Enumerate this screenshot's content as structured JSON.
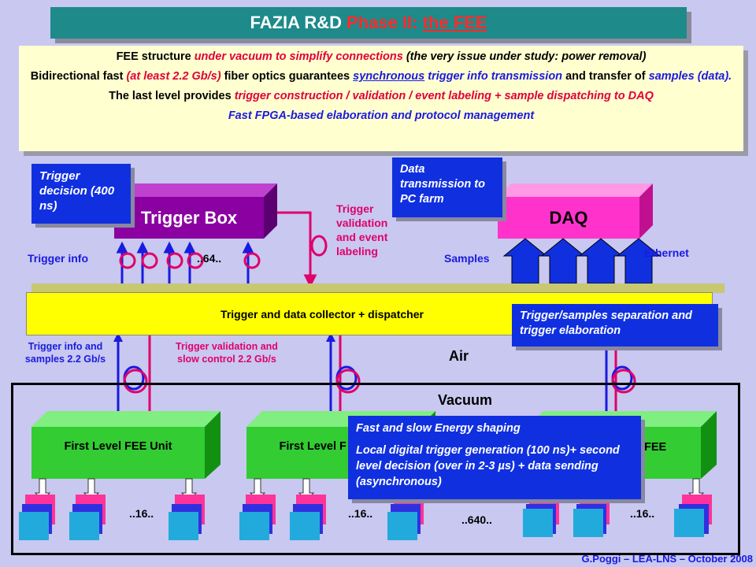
{
  "title": {
    "main": "FAZIA R&D",
    "phase": "Phase II:",
    "feeword": "the FEE"
  },
  "info": {
    "l1a": "FEE structure",
    "l1b": "under vacuum to simplify connections",
    "l1c": "(the very issue under study: power removal)",
    "l2a": "Bidirectional fast",
    "l2b": "(at least 2.2 Gb/s)",
    "l2c": "fiber optics guarantees",
    "l2d": "synchronous",
    "l2e": "trigger info transmission",
    "l2f": "and transfer of",
    "l2g": "samples (data).",
    "l3a": "The last level provides",
    "l3b": "trigger construction / validation / event labeling + sample dispatching to DAQ",
    "l4": "Fast FPGA-based elaboration and protocol management"
  },
  "trigger_decision": "Trigger decision (400 ns)",
  "trigger_box": "Trigger Box",
  "data_transmission": "Data transmission to PC farm",
  "daq": "DAQ",
  "trigger_validation_label": "Trigger validation and event labeling",
  "trigger_info": "Trigger info",
  "sixtyfour": "..64..",
  "samples": "Samples",
  "ethernet": "Ethernet",
  "collector": "Trigger and data collector + dispatcher",
  "separation": "Trigger/samples separation and trigger elaboration",
  "trigger_info_samples": "Trigger info and samples 2.2 Gb/s",
  "trigger_validation_slow": "Trigger validation and slow control 2.2 Gb/s",
  "air": "Air",
  "vacuum": "Vacuum",
  "fee_unit": "First Level FEE Unit",
  "fee_unit_partial": "First Level FEE Unit",
  "fee_partial_right": "FEE",
  "sixteen": "..16..",
  "sixforty": "..640..",
  "energy_l1": "Fast and slow Energy shaping",
  "energy_l2": "Local digital trigger generation (100 ns)+ second level decision (over in 2-3 µs) + data sending (asynchronous)",
  "footer": "G.Poggi – LEA-LNS – October 2008",
  "colors": {
    "background": "#c8c8f0",
    "title_bg": "#1e8a8a",
    "info_bg": "#ffffd0",
    "collector": "#ffff00",
    "fee_green": "#33cc33",
    "trigger_box": "#8a00a0",
    "daq": "#ff33cc",
    "blue_box": "#1030e0",
    "link_red": "#e0006a",
    "link_blue": "#1a1ae0"
  }
}
